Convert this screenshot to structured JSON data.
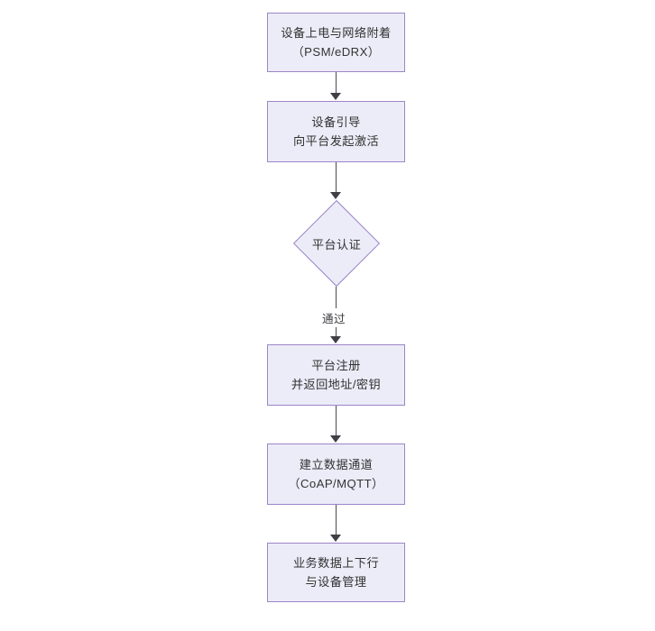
{
  "diagram": {
    "type": "flowchart",
    "orientation": "top-to-bottom",
    "theme": {
      "node_fill": "#ececf8",
      "node_border": "#9d85c8",
      "text_color": "#333333",
      "connector_color": "#4a4a52",
      "arrowhead_color": "#3f3f46",
      "background": "#ffffff"
    },
    "nodes": [
      {
        "id": "power-on",
        "shape": "rectangle",
        "line1": "设备上电与网络附着",
        "line2": "（PSM/eDRX）"
      },
      {
        "id": "bootstrap",
        "shape": "rectangle",
        "line1": "设备引导",
        "line2": "向平台发起激活"
      },
      {
        "id": "auth",
        "shape": "diamond",
        "line1": "平台认证",
        "line2": ""
      },
      {
        "id": "register",
        "shape": "rectangle",
        "line1": "平台注册",
        "line2": "并返回地址/密钥"
      },
      {
        "id": "channel",
        "shape": "rectangle",
        "line1": "建立数据通道",
        "line2": "（CoAP/MQTT）"
      },
      {
        "id": "business",
        "shape": "rectangle",
        "line1": "业务数据上下行",
        "line2": "与设备管理"
      }
    ],
    "edges": [
      {
        "from": "power-on",
        "to": "bootstrap",
        "label": ""
      },
      {
        "from": "bootstrap",
        "to": "auth",
        "label": ""
      },
      {
        "from": "auth",
        "to": "register",
        "label": "通过"
      },
      {
        "from": "register",
        "to": "channel",
        "label": ""
      },
      {
        "from": "channel",
        "to": "business",
        "label": ""
      }
    ]
  }
}
